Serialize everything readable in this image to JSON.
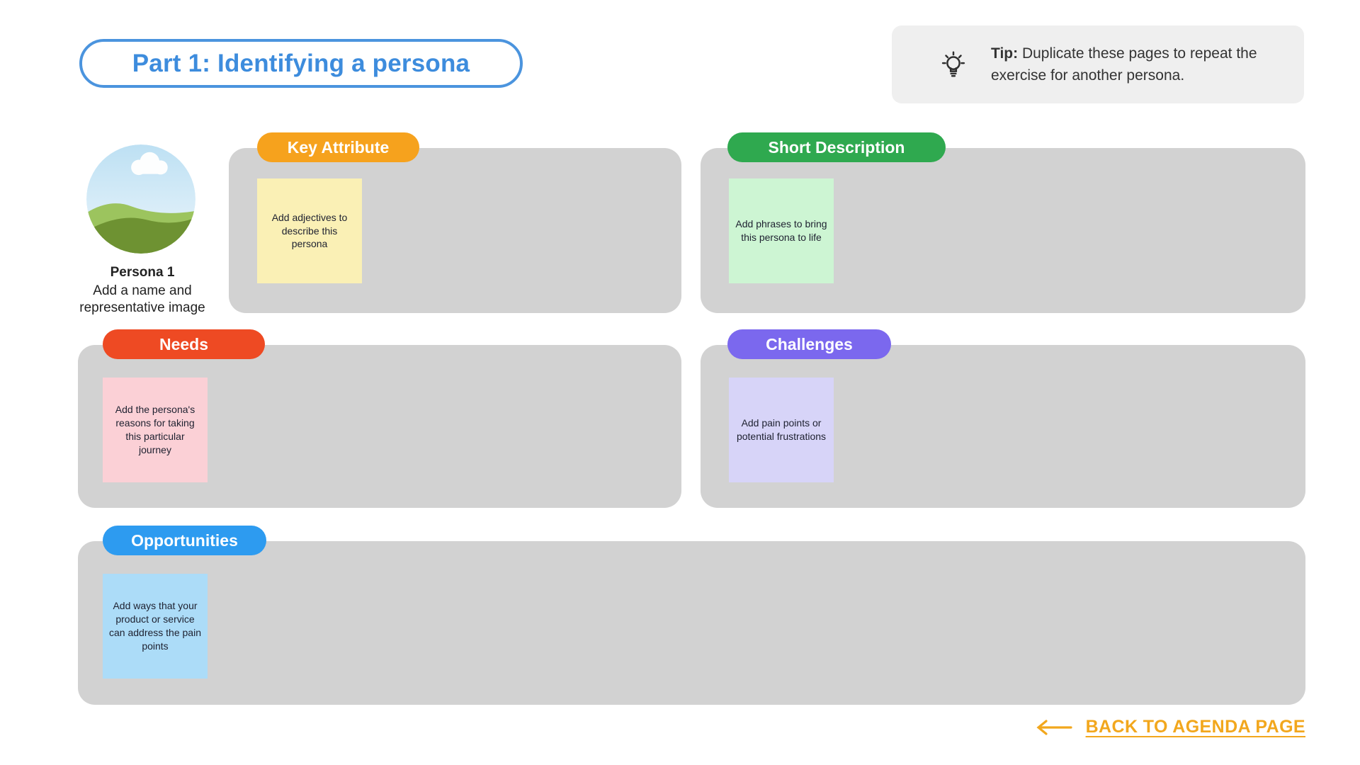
{
  "title": "Part 1: Identifying a persona",
  "tip": {
    "icon": "lightbulb-icon",
    "label_bold": "Tip:",
    "label_rest": "Duplicate these pages to repeat the exercise for another persona."
  },
  "persona": {
    "name": "Persona 1",
    "caption": "Add a name and representative image"
  },
  "sections": {
    "key_attribute": {
      "label": "Key Attribute",
      "pill_color": "#F6A21D",
      "note_color": "#FAF0B5",
      "note_text": "Add adjectives to describe this persona"
    },
    "short_description": {
      "label": "Short Description",
      "pill_color": "#2FA94F",
      "note_color": "#CDF5D3",
      "note_text": "Add phrases to bring this persona to life"
    },
    "needs": {
      "label": "Needs",
      "pill_color": "#EE4A23",
      "note_color": "#FBD0D6",
      "note_text": "Add the persona's reasons for taking this particular journey"
    },
    "challenges": {
      "label": "Challenges",
      "pill_color": "#7B68EE",
      "note_color": "#D7D4F8",
      "note_text": "Add pain points or potential frustrations"
    },
    "opportunities": {
      "label": "Opportunities",
      "pill_color": "#2D9BF0",
      "note_color": "#ACDCF8",
      "note_text": "Add ways that your product or service can address the pain points"
    }
  },
  "footer": {
    "back_link": "BACK TO AGENDA PAGE",
    "link_color": "#F2A71D"
  },
  "colors": {
    "title_blue": "#3D8CDD",
    "panel_gray": "#D2D2D2",
    "tip_bg": "#EFEFEF"
  }
}
